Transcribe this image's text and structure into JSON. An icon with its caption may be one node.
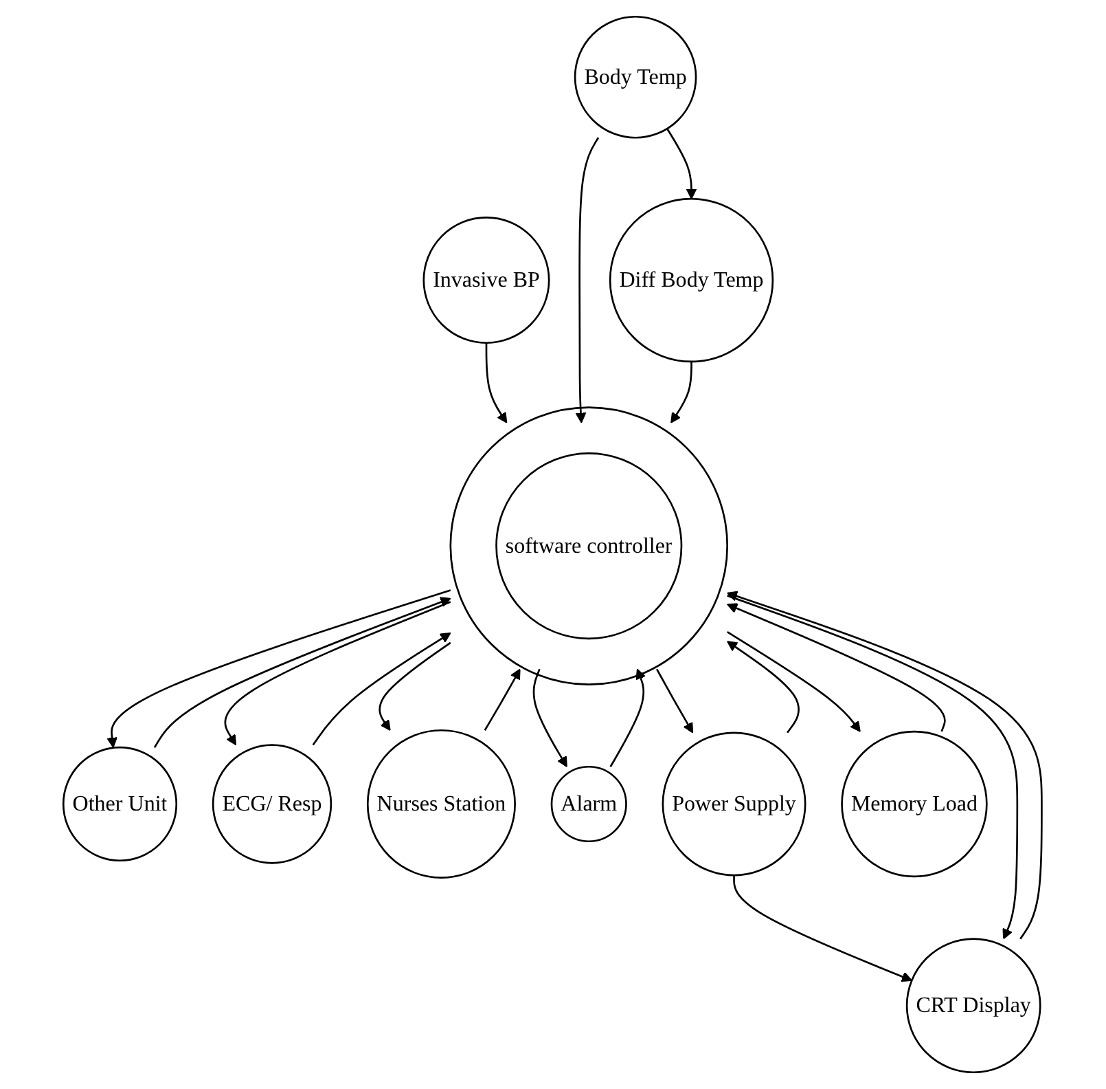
{
  "diagram": {
    "nodes": [
      {
        "text": [],
        "shape": "circle"
      },
      {
        "text": [
          "software controller"
        ],
        "in": 0
      },
      {
        "text": [
          "Invasive BP"
        ]
      },
      {
        "text": [
          "Body Temp"
        ]
      },
      {
        "text": [
          "Diff Body Temp"
        ]
      },
      {
        "text": [
          "Other Unit"
        ]
      },
      {
        "text": [
          "ECG/ Resp"
        ]
      },
      {
        "text": [
          "Nurses Station"
        ]
      },
      {
        "text": [
          "CRT Display"
        ]
      },
      {
        "text": [
          "Alarm"
        ]
      },
      {
        "text": [
          "Power Supply"
        ]
      },
      {
        "text": [
          "Memory Load"
        ]
      }
    ],
    "edges": [
      {
        "from": 2,
        "to": 0,
        "arrow": "to"
      },
      {
        "from": 3,
        "to": 0,
        "arrow": "to"
      },
      {
        "from": 3,
        "to": 4,
        "arrow": "to"
      },
      {
        "from": 4,
        "to": 0,
        "arrow": "to"
      },
      {
        "from": 5,
        "to": 0,
        "arrow": "to"
      },
      {
        "from": 0,
        "to": 5,
        "arrow": "to"
      },
      {
        "from": 6,
        "to": 0,
        "arrow": "to"
      },
      {
        "from": 0,
        "to": 6,
        "arrow": "to"
      },
      {
        "from": 7,
        "to": 0,
        "arrow": "to"
      },
      {
        "from": 0,
        "to": 7,
        "arrow": "to"
      },
      {
        "from": 0,
        "to": 8,
        "arrow": "to"
      },
      {
        "from": 8,
        "to": 0,
        "arrow": "to"
      },
      {
        "from": 9,
        "to": 0,
        "arrow": "to"
      },
      {
        "from": 0,
        "to": 9,
        "arrow": "to"
      },
      {
        "from": 10,
        "to": 0,
        "arrow": "to"
      },
      {
        "from": 0,
        "to": 10,
        "arrow": "to"
      },
      {
        "from": 10,
        "to": 8,
        "arrow": "to"
      },
      {
        "from": 11,
        "to": 0,
        "arrow": "to"
      },
      {
        "from": 0,
        "to": 11,
        "arrow": "to"
      }
    ]
  }
}
